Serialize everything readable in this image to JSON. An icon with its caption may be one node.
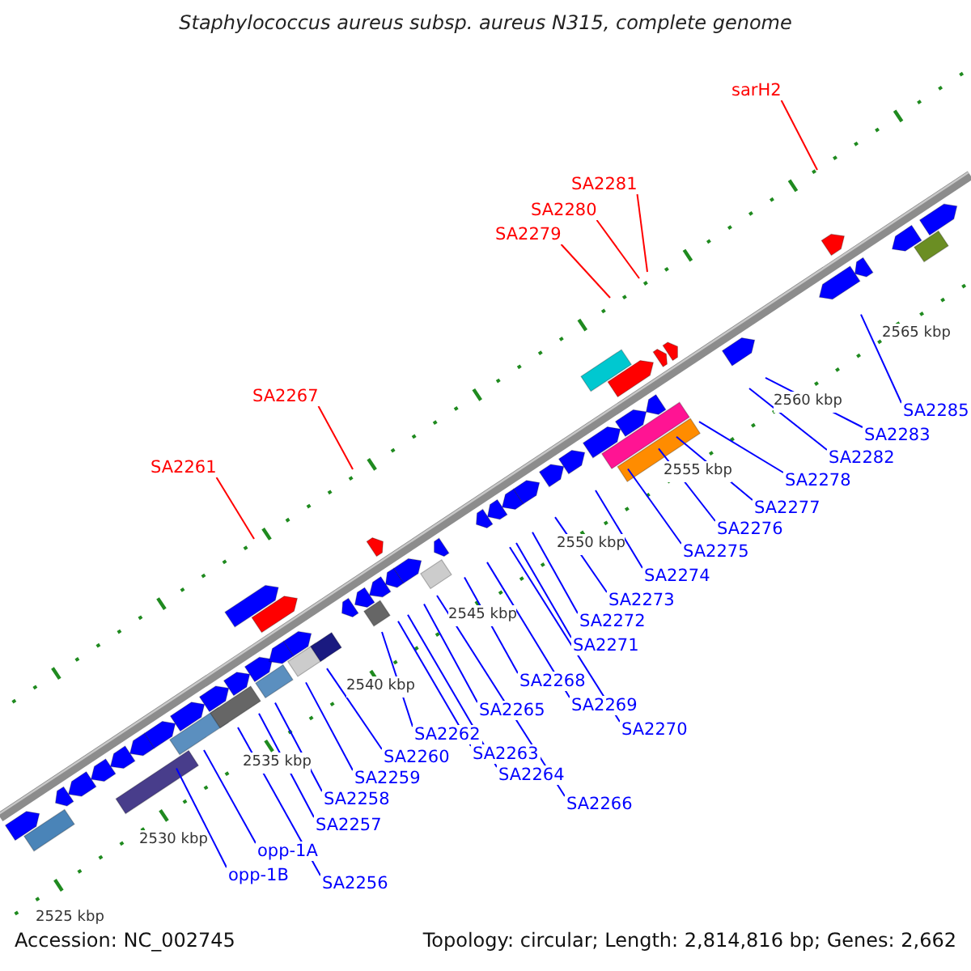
{
  "diagram": {
    "title": "Staphylococcus aureus subsp. aureus N315, complete genome",
    "nodes": [
      {
        "text": [
          "sarH2"
        ]
      },
      {
        "text": [
          "SA2281"
        ]
      },
      {
        "text": [
          "SA2280"
        ]
      },
      {
        "text": [
          "SA2279"
        ]
      },
      {
        "text": [
          "SA2267"
        ]
      },
      {
        "text": [
          "SA2261"
        ]
      },
      {
        "text": [
          "SA2285"
        ]
      },
      {
        "text": [
          "SA2283"
        ]
      },
      {
        "text": [
          "SA2282"
        ]
      },
      {
        "text": [
          "SA2278"
        ]
      },
      {
        "text": [
          "SA2277"
        ]
      },
      {
        "text": [
          "SA2276"
        ]
      },
      {
        "text": [
          "SA2275"
        ]
      },
      {
        "text": [
          "SA2274"
        ]
      },
      {
        "text": [
          "SA2273"
        ]
      },
      {
        "text": [
          "SA2272"
        ]
      },
      {
        "text": [
          "SA2271"
        ]
      },
      {
        "text": [
          "SA2268"
        ]
      },
      {
        "text": [
          "SA2269"
        ]
      },
      {
        "text": [
          "SA2270"
        ]
      },
      {
        "text": [
          "SA2265"
        ]
      },
      {
        "text": [
          "SA2262"
        ]
      },
      {
        "text": [
          "SA2263"
        ]
      },
      {
        "text": [
          "SA2264"
        ]
      },
      {
        "text": [
          "SA2266"
        ]
      },
      {
        "text": [
          "SA2260"
        ]
      },
      {
        "text": [
          "SA2259"
        ]
      },
      {
        "text": [
          "SA2258"
        ]
      },
      {
        "text": [
          "SA2257"
        ]
      },
      {
        "text": [
          "opp-1A"
        ]
      },
      {
        "text": [
          "opp-1B"
        ]
      },
      {
        "text": [
          "SA2256"
        ]
      }
    ],
    "edges": [
      {
        "from": 0,
        "to": null,
        "arrow": "none",
        "color": "#ff0000"
      },
      {
        "from": 1,
        "to": null,
        "arrow": "none",
        "color": "#ff0000"
      },
      {
        "from": 2,
        "to": null,
        "arrow": "none",
        "color": "#ff0000"
      },
      {
        "from": 3,
        "to": null,
        "arrow": "none",
        "color": "#ff0000"
      },
      {
        "from": 4,
        "to": null,
        "arrow": "none",
        "color": "#ff0000"
      },
      {
        "from": 5,
        "to": null,
        "arrow": "none",
        "color": "#ff0000"
      },
      {
        "from": 6,
        "to": null,
        "arrow": "none"
      },
      {
        "from": 7,
        "to": null,
        "arrow": "none"
      },
      {
        "from": 8,
        "to": null,
        "arrow": "none"
      },
      {
        "from": 9,
        "to": null,
        "arrow": "none"
      },
      {
        "from": 10,
        "to": null,
        "arrow": "none"
      },
      {
        "from": 11,
        "to": null,
        "arrow": "none"
      },
      {
        "from": 12,
        "to": null,
        "arrow": "none"
      },
      {
        "from": 13,
        "to": null,
        "arrow": "none"
      },
      {
        "from": 14,
        "to": null,
        "arrow": "none"
      },
      {
        "from": 15,
        "to": null,
        "arrow": "none"
      },
      {
        "from": 16,
        "to": null,
        "arrow": "none"
      },
      {
        "from": 17,
        "to": null,
        "arrow": "none"
      },
      {
        "from": 18,
        "to": null,
        "arrow": "none"
      },
      {
        "from": 19,
        "to": null,
        "arrow": "none"
      },
      {
        "from": 20,
        "to": null,
        "arrow": "none"
      },
      {
        "from": 21,
        "to": null,
        "arrow": "none"
      },
      {
        "from": 22,
        "to": null,
        "arrow": "none"
      },
      {
        "from": 23,
        "to": null,
        "arrow": "none"
      },
      {
        "from": 24,
        "to": null,
        "arrow": "none"
      },
      {
        "from": 25,
        "to": null,
        "arrow": "none"
      },
      {
        "from": 26,
        "to": null,
        "arrow": "none"
      },
      {
        "from": 27,
        "to": null,
        "arrow": "none"
      },
      {
        "from": 28,
        "to": null,
        "arrow": "none"
      },
      {
        "from": 29,
        "to": null,
        "arrow": "none"
      },
      {
        "from": 30,
        "to": null,
        "arrow": "none"
      },
      {
        "from": 31,
        "to": null,
        "arrow": "none"
      }
    ],
    "labels": [
      "2565 kbp",
      "2560 kbp",
      "2555 kbp",
      "2550 kbp",
      "2545 kbp",
      "2540 kbp",
      "2535 kbp",
      "2530 kbp",
      "2525 kbp",
      "Accession: NC_002745",
      "Topology: circular; Length: 2,814,816 bp; Genes: 2,662"
    ]
  }
}
